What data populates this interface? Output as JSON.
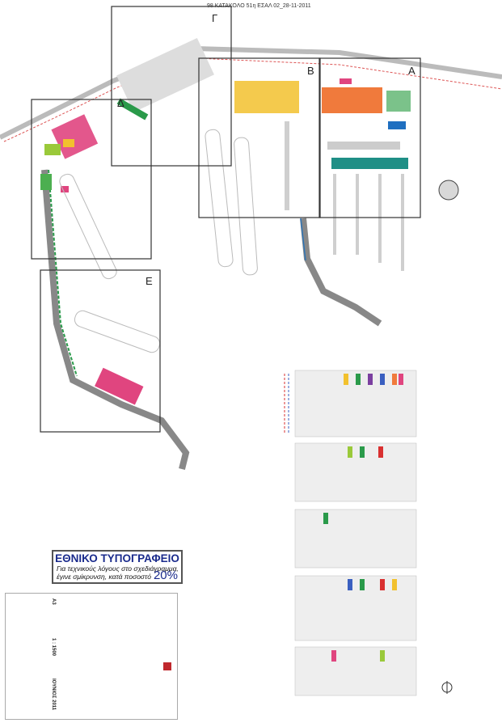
{
  "header": {
    "title": "98 ΚΑΤΑΚΟΛΟ 51η ΕΣΑΛ 02_28-11-2011"
  },
  "stamp": {
    "title": "ΕΘΝΙΚΟ ΤΥΠΟΓΡΑΦΕΙΟ",
    "line1": "Για τεχνικούς λόγους στο σχεδιάγραμμα,",
    "line2": "έγινε σμίκρυνση, κατά ποσοστό",
    "percent": "20%"
  },
  "zones": [
    "Α",
    "Β",
    "Γ",
    "Δ",
    "Ε"
  ],
  "title_block": {
    "size": "Α3",
    "scale": "1 : 1500",
    "date": "ΙΟΥΝΙΟΣ 2011"
  },
  "colors": {
    "orange": "#f07a3c",
    "yellow": "#f2c12e",
    "green": "#1a9a4a",
    "pink": "#e0457f",
    "teal": "#1f8f86",
    "blue": "#2f74b5",
    "red": "#d93030"
  }
}
